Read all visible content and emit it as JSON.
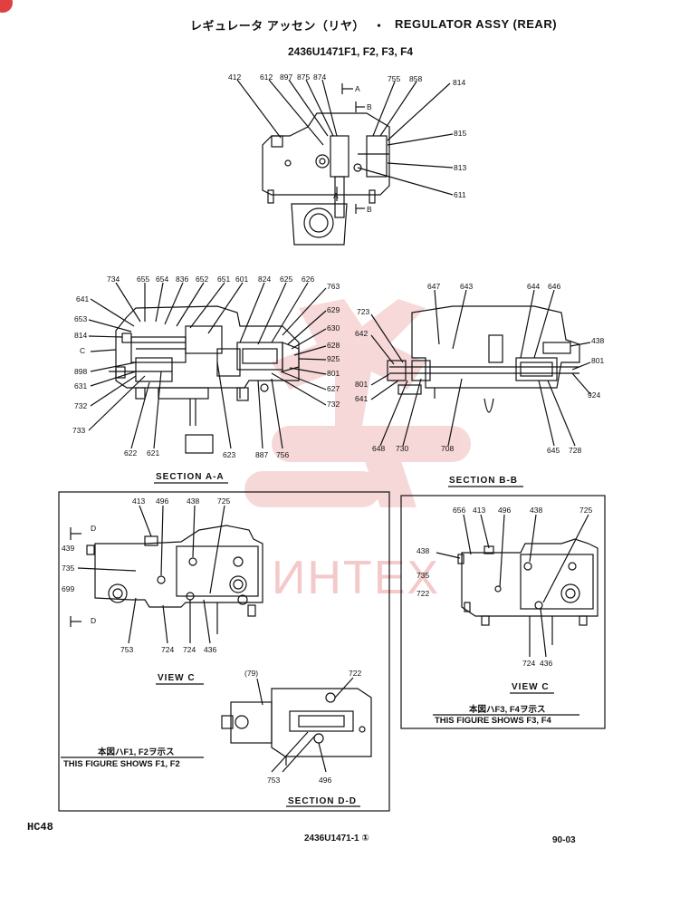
{
  "header": {
    "title_jp": "レギュレータ アッセン（リヤ）",
    "bullet": "・",
    "title_en": "REGULATOR ASSY (REAR)",
    "part_numbers": "2436U1471F1, F2, F3, F4"
  },
  "top_view": {
    "labels": [
      "412",
      "612",
      "897",
      "875",
      "874",
      "755",
      "858",
      "814",
      "815",
      "813",
      "611"
    ],
    "section_marks": [
      "A",
      "B",
      "A",
      "B"
    ]
  },
  "section_aa": {
    "caption": "SECTION A-A",
    "labels": [
      "734",
      "655",
      "654",
      "836",
      "652",
      "651",
      "601",
      "824",
      "625",
      "626",
      "763",
      "641",
      "629",
      "653",
      "630",
      "814",
      "628",
      "C",
      "925",
      "898",
      "801",
      "631",
      "627",
      "732",
      "732",
      "733",
      "622",
      "621",
      "623",
      "887",
      "756"
    ]
  },
  "section_bb": {
    "caption": "SECTION B-B",
    "labels": [
      "647",
      "643",
      "644",
      "646",
      "723",
      "642",
      "438",
      "801",
      "801",
      "641",
      "924",
      "648",
      "730",
      "708",
      "645",
      "728"
    ]
  },
  "view_c_left": {
    "caption": "VIEW C",
    "labels": [
      "413",
      "496",
      "438",
      "725",
      "D",
      "439",
      "735",
      "699",
      "D",
      "753",
      "724",
      "724",
      "436"
    ],
    "note_jp": "本図ハF1, F2ヲ示ス",
    "note_en": "THIS FIGURE SHOWS  F1, F2"
  },
  "section_dd": {
    "caption": "SECTION D-D",
    "labels": [
      "(79)",
      "722",
      "753",
      "496"
    ]
  },
  "view_c_right": {
    "caption": "VIEW C",
    "labels": [
      "656",
      "413",
      "496",
      "438",
      "725",
      "438",
      "735",
      "722",
      "724",
      "436"
    ],
    "note_jp": "本図ハF3, F4ヲ示ス",
    "note_en": "THIS FIGURE SHOWS  F3, F4"
  },
  "footer": {
    "model": "HC48",
    "drawing_no": "2436U1471-1 ①",
    "date": "90-03"
  },
  "watermark": {
    "text": "ИНТЕХ",
    "color": "#e85050"
  }
}
